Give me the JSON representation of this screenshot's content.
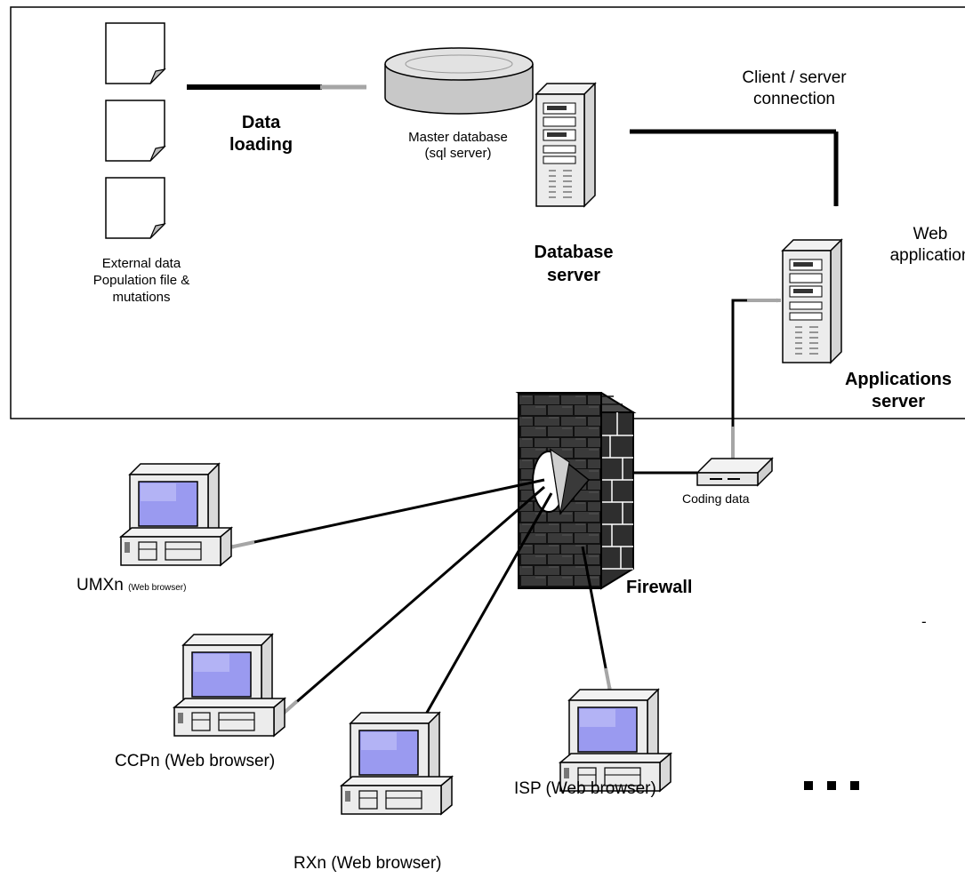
{
  "labels": {
    "data_loading": [
      "Data",
      "loading"
    ],
    "external_data": [
      "External data",
      "Population file &",
      "mutations"
    ],
    "master_db": [
      "Master database",
      "(sql server)"
    ],
    "db_server": [
      "Database",
      "server"
    ],
    "client_server": [
      "Client / server",
      "connection"
    ],
    "web_app": [
      "Web",
      "application"
    ],
    "app_server": [
      "Applications",
      "server"
    ],
    "coding_data": "Coding data",
    "firewall": "Firewall",
    "umx_main": "UMXn",
    "umx_sub": "(Web browser)",
    "ccp": "CCPn (Web browser)",
    "rx": "RXn (Web browser)",
    "isp": "ISP (Web browser)",
    "dash": "-"
  },
  "colors": {
    "line": "#000000",
    "arrow_gray": "#a6a6a6",
    "screen": "#9a9af0",
    "cabinet": "#ececec",
    "brick": "#333333",
    "db_fill": "#c8c8c8"
  }
}
